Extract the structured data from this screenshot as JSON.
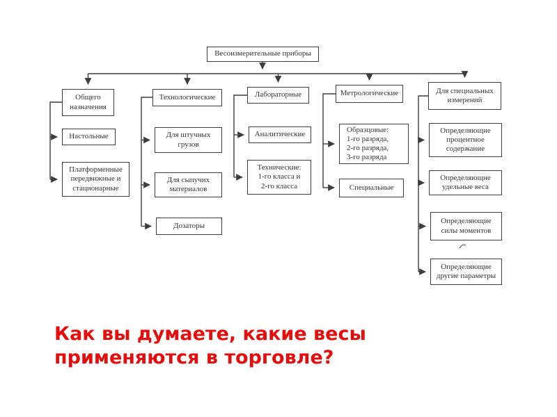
{
  "colors": {
    "line": "#3d3d3d",
    "text": "#343434",
    "accent-red": "#e60d0d"
  },
  "diagram": {
    "root": "Весоизмерительные приборы",
    "columns": [
      {
        "header": "Общего\nназначения",
        "children": [
          "Настольные",
          "Платформенные\nпередвижные и\nстационарные"
        ]
      },
      {
        "header": "Технологические",
        "children": [
          "Для штучных\nгрузов",
          "Для сыпучих\nматериалов",
          "Дозаторы"
        ]
      },
      {
        "header": "Лабораторные",
        "children": [
          "Аналитические",
          "Технические:\n1-го класса и\n2-го класса"
        ]
      },
      {
        "header": "Метрологические",
        "children": [
          "Образцовые:\n1-го разряда,\n2-го разряда,\n3-го разряда",
          "Специальные"
        ]
      },
      {
        "header": "Для специальных\nизмерений",
        "children": [
          "Определяющие\nпроцентное\nсодержание",
          "Определяющие\nудельные веса",
          "Определяющие\nсилы моментов",
          "Определяющие\nдругие параметры"
        ]
      }
    ]
  },
  "question": "Как вы думаете, какие весы\nприменяются в торговле?"
}
